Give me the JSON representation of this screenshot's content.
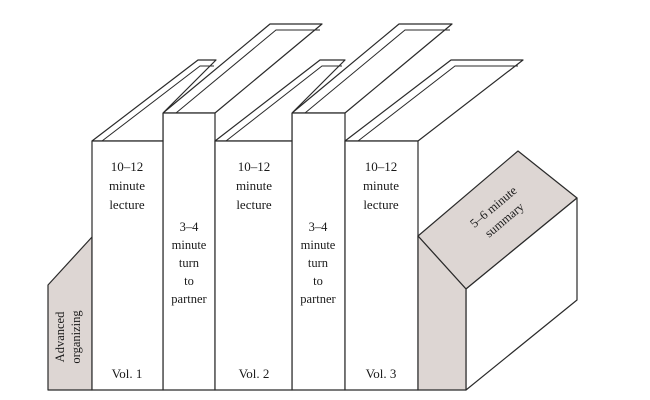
{
  "colors": {
    "outline": "#2a2a2a",
    "shade": "#ddd6d3",
    "background": "#ffffff"
  },
  "books": [
    {
      "id": "vol1",
      "lines": [
        "10–12",
        "minute",
        "lecture"
      ],
      "volume": "Vol. 1"
    },
    {
      "id": "turn1",
      "lines": [
        "3–4",
        "minute",
        "turn",
        "to",
        "partner"
      ]
    },
    {
      "id": "vol2",
      "lines": [
        "10–12",
        "minute",
        "lecture"
      ],
      "volume": "Vol. 2"
    },
    {
      "id": "turn2",
      "lines": [
        "3–4",
        "minute",
        "turn",
        "to",
        "partner"
      ]
    },
    {
      "id": "vol3",
      "lines": [
        "10–12",
        "minute",
        "lecture"
      ],
      "volume": "Vol. 3"
    }
  ],
  "left_bookend": {
    "lines": [
      "Advanced",
      "organizing"
    ]
  },
  "right_bookend": {
    "lines": [
      "5–6 minute",
      "summary"
    ]
  }
}
